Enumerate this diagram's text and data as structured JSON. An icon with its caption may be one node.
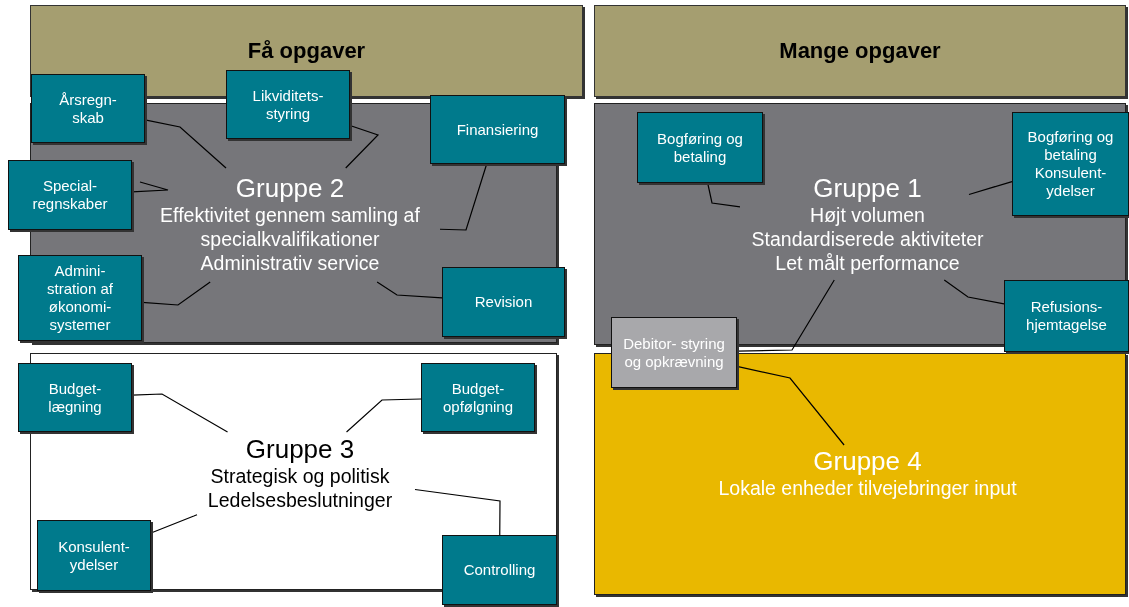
{
  "diagram": {
    "nodes": [
      {
        "text": [
          "Få opgaver"
        ]
      },
      {
        "text": [
          "Mange opgaver"
        ]
      },
      {
        "text": [
          "Årsregn- skab"
        ]
      },
      {
        "text": [
          "Likviditets- styring"
        ]
      },
      {
        "text": [
          "Finansiering"
        ]
      },
      {
        "text": [
          "Special- regnskaber"
        ]
      },
      {
        "text": [
          "Gruppe 2",
          "Effektivitet gennem samling af specialkvalifikationer",
          "Administrativ service"
        ]
      },
      {
        "text": [
          "Admini- stration af økonomi- systemer"
        ]
      },
      {
        "text": [
          "Revision"
        ]
      },
      {
        "text": [
          "Bogføring og betaling"
        ]
      },
      {
        "text": [
          "Bogføring og betaling Konsulent- ydelser"
        ]
      },
      {
        "text": [
          "Gruppe 1",
          "Højt volumen",
          "Standardiserede aktiviteter",
          "Let målt performance"
        ]
      },
      {
        "text": [
          "Refusions- hjemtagelse"
        ]
      },
      {
        "text": [
          "Debitor- styring og opkrævning"
        ]
      },
      {
        "text": [
          "Gruppe 4",
          "Lokale enheder tilvejebringer input"
        ]
      },
      {
        "text": [
          "Budget- lægning"
        ]
      },
      {
        "text": [
          "Budget- opfølgning"
        ]
      },
      {
        "text": [
          "Gruppe 3",
          "Strategisk og politisk",
          "Ledelsesbeslutninger"
        ]
      },
      {
        "text": [
          "Konsulent- ydelser"
        ]
      },
      {
        "text": [
          "Controlling"
        ]
      }
    ],
    "edges": [
      {
        "from": 2,
        "to": 6,
        "arrow": "none"
      },
      {
        "from": 3,
        "to": 6,
        "arrow": "none"
      },
      {
        "from": 4,
        "to": 6,
        "arrow": "none"
      },
      {
        "from": 5,
        "to": 6,
        "arrow": "none"
      },
      {
        "from": 7,
        "to": 6,
        "arrow": "none"
      },
      {
        "from": 8,
        "to": 6,
        "arrow": "none"
      },
      {
        "from": 9,
        "to": 11,
        "arrow": "none"
      },
      {
        "from": 10,
        "to": 11,
        "arrow": "none"
      },
      {
        "from": 12,
        "to": 11,
        "arrow": "none"
      },
      {
        "from": 13,
        "to": 11,
        "arrow": "none"
      },
      {
        "from": 13,
        "to": 14,
        "arrow": "none"
      },
      {
        "from": 15,
        "to": 17,
        "arrow": "none"
      },
      {
        "from": 16,
        "to": 17,
        "arrow": "none"
      },
      {
        "from": 18,
        "to": 17,
        "arrow": "none"
      },
      {
        "from": 19,
        "to": 17,
        "arrow": "none"
      }
    ]
  }
}
